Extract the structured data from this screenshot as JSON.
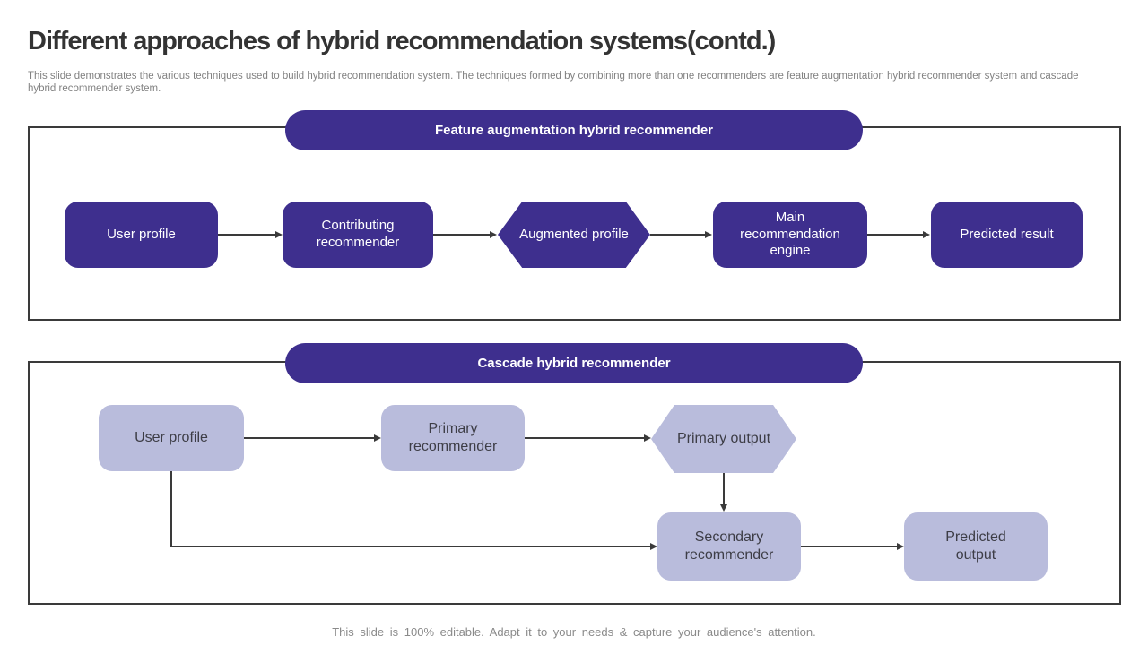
{
  "slide": {
    "title": "Different approaches of hybrid recommendation systems(contd.)",
    "description": "This slide demonstrates the various techniques used to build hybrid recommendation system. The techniques formed by combining more than one recommenders are feature augmentation hybrid recommender system and cascade hybrid recommender system.",
    "footer": "This slide is 100% editable. Adapt it to your needs & capture your audience's attention."
  },
  "colors": {
    "primary_dark": "#3e2f8e",
    "primary_light": "#b9bcdc",
    "connector": "#3a3a3a"
  },
  "feature_diagram": {
    "header": "Feature augmentation hybrid recommender",
    "nodes": {
      "user_profile": "User profile",
      "contributing_recommender": "Contributing recommender",
      "augmented_profile": "Augmented profile",
      "main_engine": "Main recommendation engine",
      "predicted_result": "Predicted result"
    }
  },
  "cascade_diagram": {
    "header": "Cascade hybrid recommender",
    "nodes": {
      "user_profile": "User profile",
      "primary_recommender": "Primary recommender",
      "primary_output": "Primary output",
      "secondary_recommender": "Secondary recommender",
      "predicted_output": "Predicted output"
    }
  }
}
